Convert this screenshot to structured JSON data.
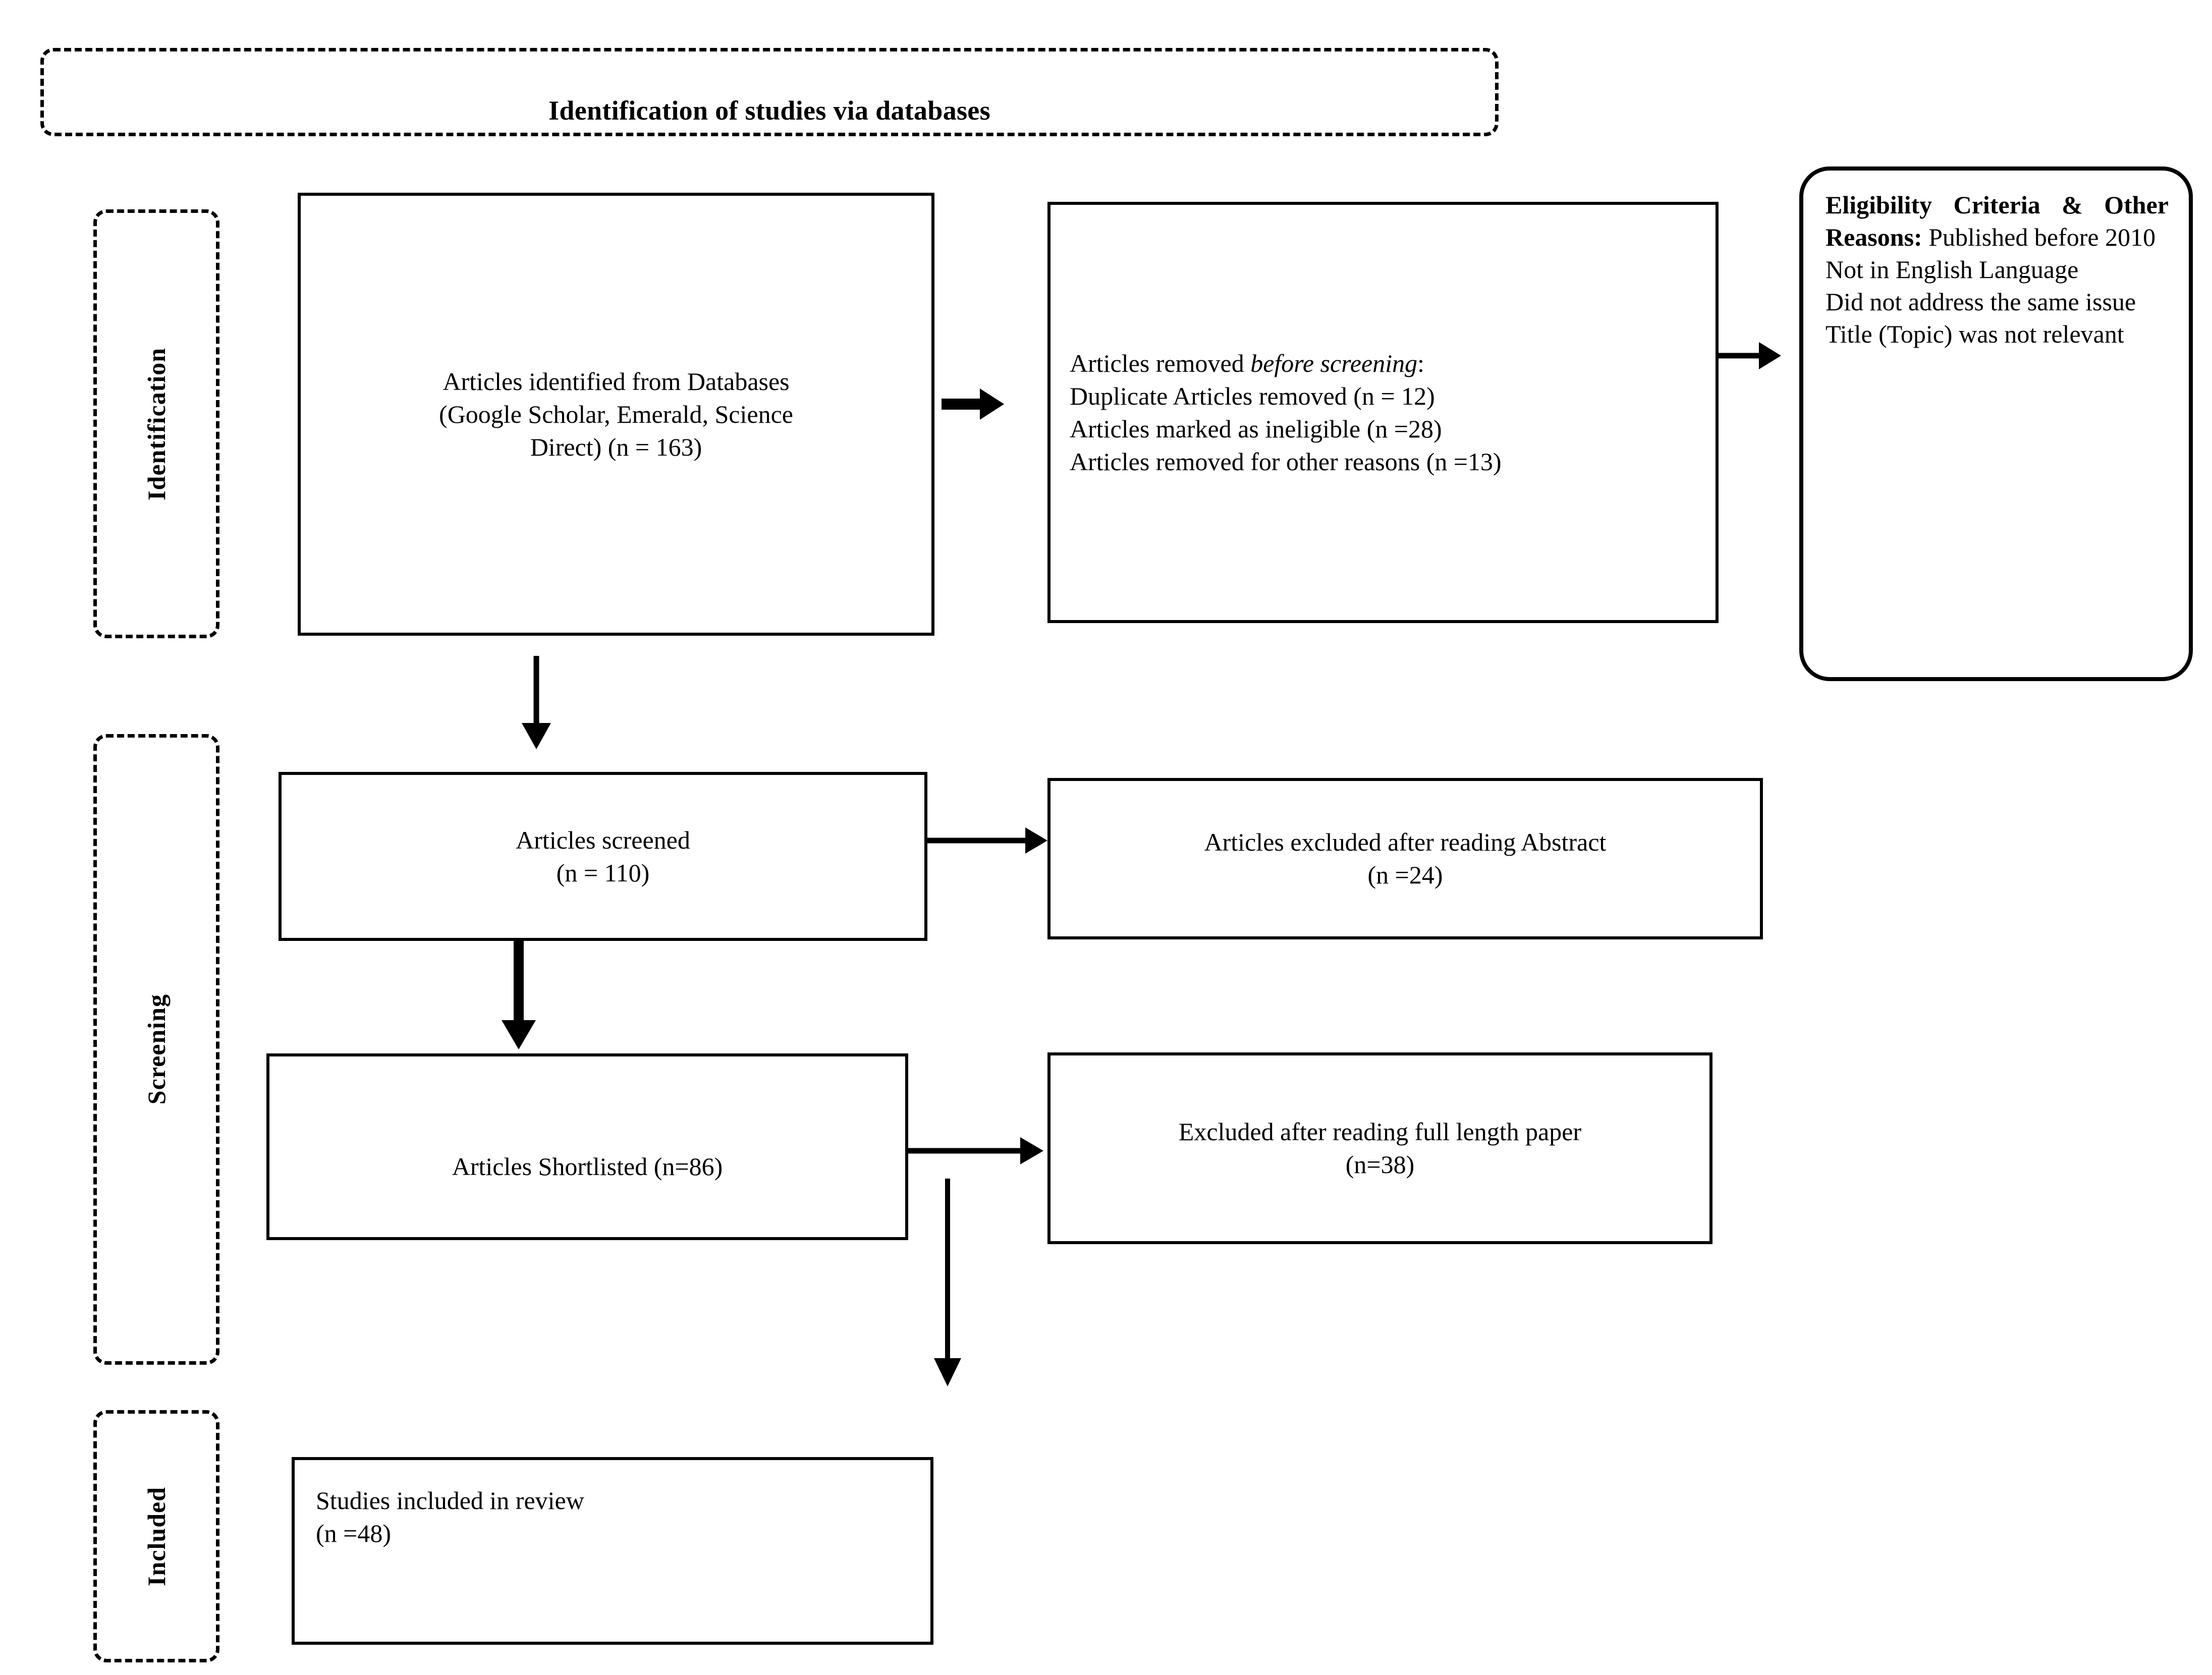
{
  "diagram": {
    "title": "Identification of studies via databases",
    "type": "PRISMA flow diagram"
  },
  "stages": [
    {
      "key": "identification",
      "label": "Identification"
    },
    {
      "key": "screening",
      "label": "Screening"
    },
    {
      "key": "included",
      "label": "Included"
    }
  ],
  "boxes": {
    "identified": {
      "line1": "Articles identified from Databases",
      "line2": "(Google Scholar, Emerald, Science",
      "line3": "Direct) (n = 163)",
      "count": 163
    },
    "removed_before_screening": {
      "heading_prefix": "Articles removed ",
      "heading_italic": "before screening",
      "heading_suffix": ":",
      "line_duplicates": "Duplicate Articles removed (n = 12)",
      "line_ineligible": "Articles marked as ineligible (n =28)",
      "line_other": "Articles removed for other reasons (n =13)",
      "counts": {
        "duplicates": 12,
        "ineligible": 28,
        "other": 13
      }
    },
    "eligibility": {
      "heading": "Eligibility Criteria & Other Reasons:",
      "reasons": [
        "Published before 2010",
        "Not in English Language",
        "Did not address the same issue",
        "Title (Topic) was not relevant"
      ]
    },
    "screened": {
      "line1": "Articles screened",
      "line2": "(n = 110)",
      "count": 110
    },
    "excluded_abstract": {
      "line1": "Articles excluded after reading Abstract",
      "line2": "(n =24)",
      "count": 24
    },
    "shortlisted": {
      "line1": "Articles Shortlisted (n=86)",
      "count": 86
    },
    "excluded_fulltext": {
      "line1": "Excluded after reading full length paper",
      "line2": "(n=38)",
      "count": 38
    },
    "included_review": {
      "line1": "Studies included in review",
      "line2": "(n =48)",
      "count": 48
    }
  },
  "arrows": [
    {
      "name": "identified-to-removed",
      "direction": "right"
    },
    {
      "name": "removed-to-eligibility",
      "direction": "right"
    },
    {
      "name": "identified-to-screened",
      "direction": "down"
    },
    {
      "name": "screened-to-excluded-abstract",
      "direction": "right"
    },
    {
      "name": "screened-to-shortlisted",
      "direction": "down"
    },
    {
      "name": "shortlisted-to-excluded-fulltext",
      "direction": "right"
    },
    {
      "name": "shortlisted-to-included",
      "direction": "down"
    }
  ],
  "colors": {
    "stroke": "#000000",
    "background": "#ffffff",
    "text": "#000000"
  }
}
